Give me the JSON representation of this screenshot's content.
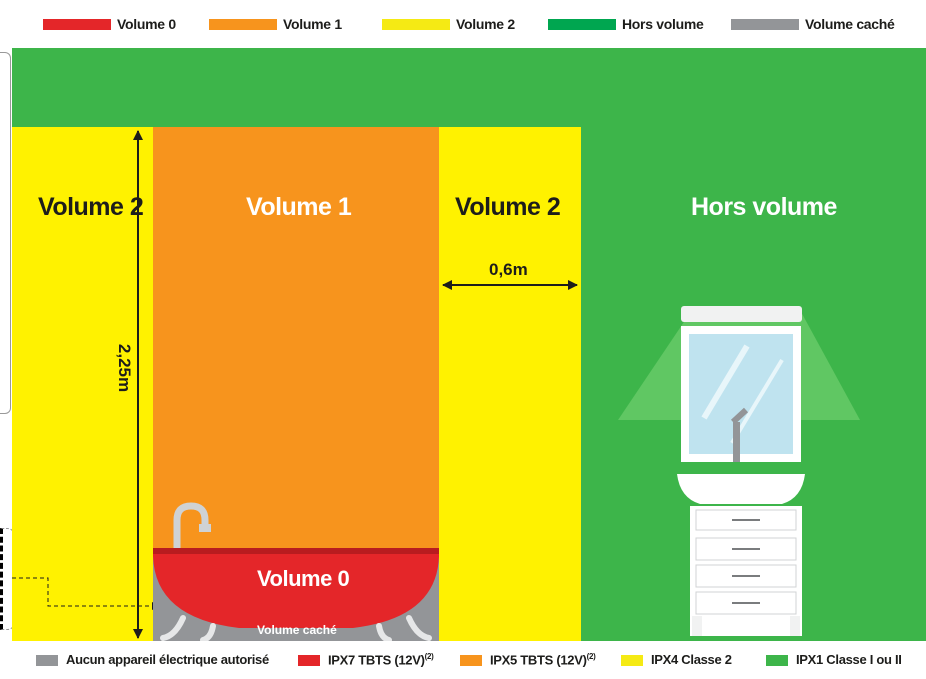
{
  "legend_top": [
    {
      "label": "Volume 0",
      "color": "#e42629"
    },
    {
      "label": "Volume 1",
      "color": "#f7941d"
    },
    {
      "label": "Volume 2",
      "color": "#f5ea14"
    },
    {
      "label": "Hors volume",
      "color": "#00a650"
    },
    {
      "label": "Volume caché",
      "color": "#939598"
    }
  ],
  "zones": {
    "volume2_left": "Volume 2",
    "volume1": "Volume 1",
    "volume2_right": "Volume 2",
    "hors_volume": "Hors volume",
    "volume0": "Volume 0",
    "volume_cache": "Volume caché"
  },
  "dimensions": {
    "height": "2,25m",
    "width": "0,6m"
  },
  "legend_bottom": [
    {
      "label": "Aucun appareil électrique autorisé",
      "sup": "",
      "color": "#939598"
    },
    {
      "label": "IPX7 TBTS (12V)",
      "sup": "(2)",
      "color": "#e42629"
    },
    {
      "label": "IPX5 TBTS (12V)",
      "sup": "(2)",
      "color": "#f7941d"
    },
    {
      "label": "IPX4 Classe 2",
      "sup": "",
      "color": "#f5ea14"
    },
    {
      "label": "IPX1 Classe I ou II",
      "sup": "",
      "color": "#3db54a"
    }
  ],
  "colors": {
    "volume0": "#e42629",
    "volume1": "#f7941d",
    "volume2": "#fff200",
    "hors_volume": "#3db54a",
    "cache": "#939598"
  },
  "icons": [
    "bathtub-icon",
    "faucet-icon",
    "mirror-icon",
    "wall-light-icon",
    "washbasin-icon",
    "vanity-cabinet-icon"
  ]
}
